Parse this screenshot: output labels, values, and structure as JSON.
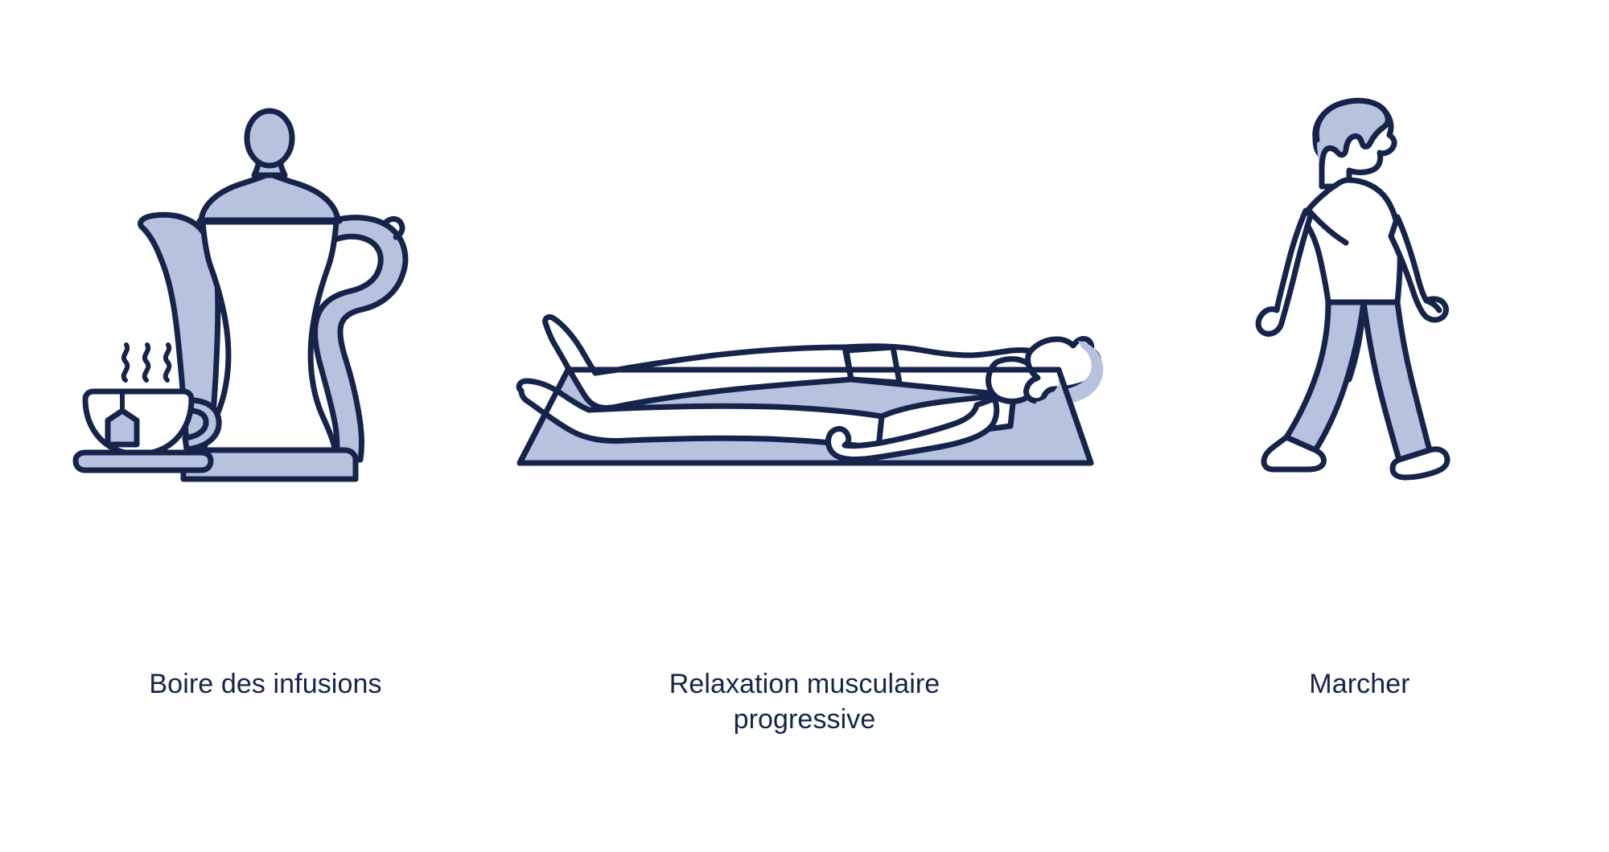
{
  "page": {
    "background_color": "#FFFFFF",
    "accent_blue": "#B7C2DE",
    "ink_navy": "#16244C",
    "layout": "three illustrated cards in a row with captions below"
  },
  "panels": [
    {
      "id": "infusions",
      "caption": "Boire des infusions",
      "illustration_name": "teapot-and-teacup-illustration",
      "elements": [
        "teapot",
        "lid",
        "finial",
        "spout",
        "ornate-handle",
        "base",
        "teacup",
        "teabag",
        "saucer",
        "steam"
      ]
    },
    {
      "id": "relaxation",
      "caption": "Relaxation musculaire\nprogressive",
      "illustration_name": "person-lying-on-mat-illustration",
      "elements": [
        "yoga-mat",
        "supine-person",
        "head",
        "hair",
        "arm",
        "hand",
        "legs",
        "feet"
      ]
    },
    {
      "id": "marcher",
      "caption": "Marcher",
      "illustration_name": "walking-person-illustration",
      "elements": [
        "head",
        "hair",
        "face",
        "t-shirt",
        "arms",
        "hands",
        "trousers",
        "shoes"
      ]
    }
  ]
}
